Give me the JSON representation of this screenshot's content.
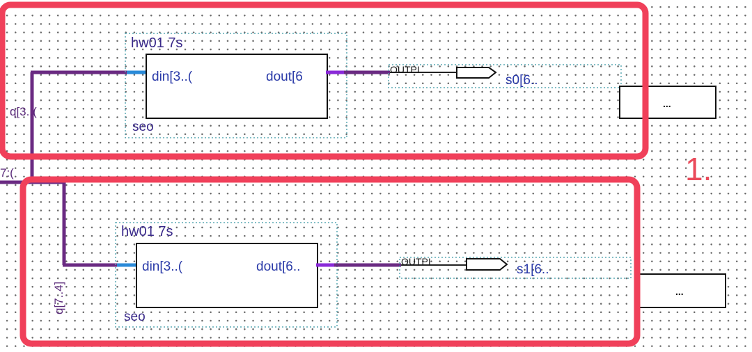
{
  "blocks": [
    {
      "title": "hw01 7s",
      "input_port": "din[3..(",
      "output_port": "dout[6",
      "footer": "seo",
      "pin_label": "OUTPI",
      "pin_name": "s0[6..",
      "popup": "..."
    },
    {
      "title": "hw01 7s",
      "input_port": "din[3..(",
      "output_port": "dout[6..",
      "footer": "seo",
      "pin_label": "OUTPI",
      "pin_name": "s1[6..",
      "popup": "..."
    }
  ],
  "bus_labels": {
    "top_branch": "q[3..(",
    "main_bus": "7:(",
    "bottom_branch": "q[7..4]"
  },
  "annotation": {
    "number": "1."
  },
  "colors": {
    "highlight": "#f0405a",
    "bus": "#6a2a82",
    "input_wire": "#2a8ad8",
    "output_stub": "#8a2ad8",
    "instance_border": "#5aa8b4"
  }
}
